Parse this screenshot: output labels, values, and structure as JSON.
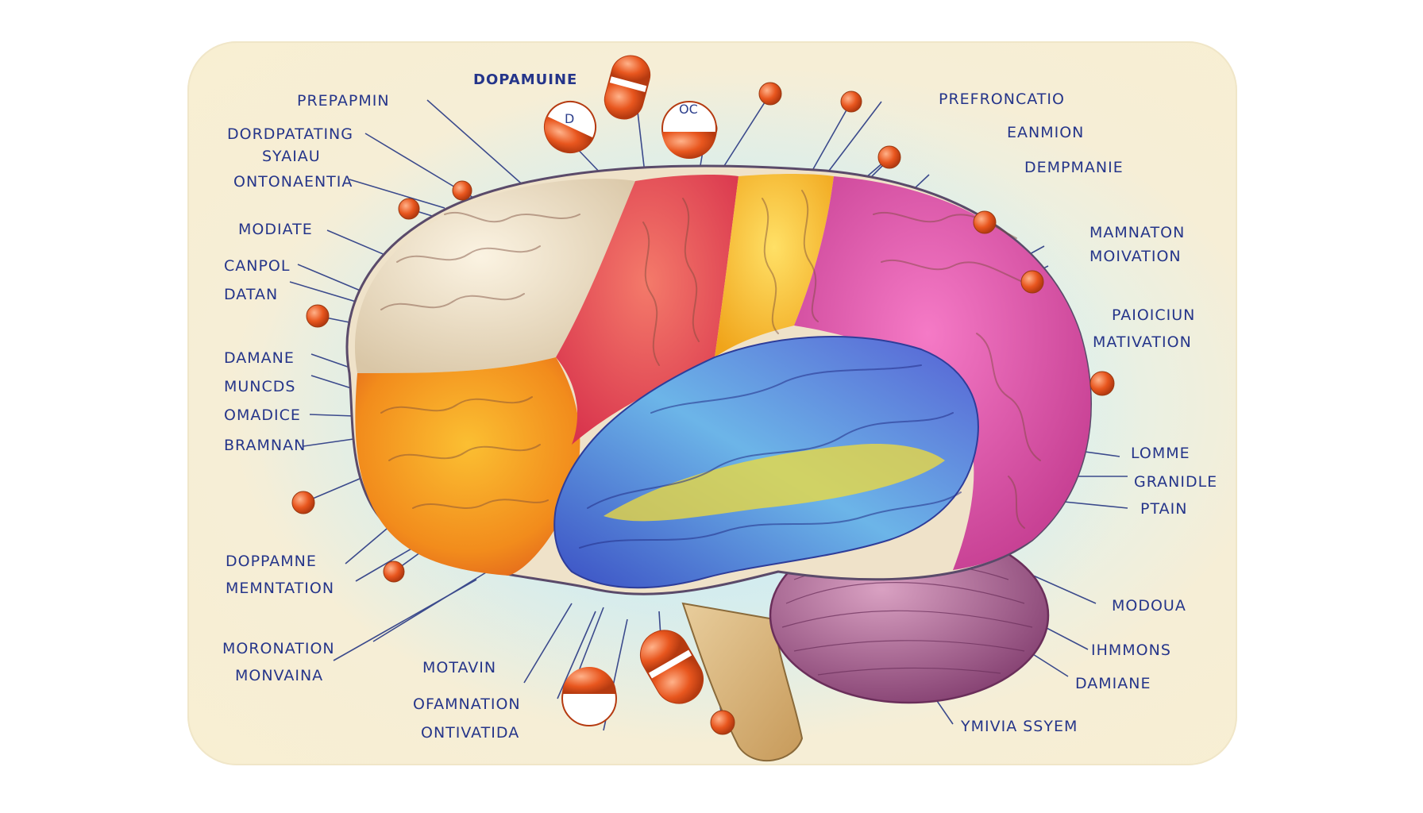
{
  "labels": {
    "top_title": "DOPAMUINE",
    "prepapmin": "PREPAPMIN",
    "dordpatating": "DORDPATATING",
    "syaiau": "SYAIAU",
    "ontonaentia": "ONTONAENTIA",
    "modiate": "MODIATE",
    "canpol": "CANPOL",
    "datan": "DATAN",
    "damane": "DAMANE",
    "muncds": "MUNCDS",
    "omadice": "OMADICE",
    "bramnan": "BRAMNAN",
    "doppamne": "DOPPAMNE",
    "memntation": "MEMNTATION",
    "moronation": "MORONATION",
    "monvaina": "MONVAINA",
    "motavin": "MOTAVIN",
    "ofamnation": "OFAMNATION",
    "ontivatida": "ONTIVATIDA",
    "prefroncatio": "PREFRONCATIO",
    "eanmion": "EANMION",
    "dempmanie": "DEMPMANIE",
    "mamnaton": "MAMNATON",
    "moivation": "MOIVATION",
    "paioiciun": "PAIOICIUN",
    "mativation": "MATIVATION",
    "lomme": "LOMME",
    "granidle": "GRANIDLE",
    "ptain": "PTAIN",
    "modoua": "MODOUA",
    "ihmmons": "IHMMONS",
    "damiane": "DAMIANE",
    "ymivia_ssyem": "YMIVIA SSYEM"
  },
  "molecules": {
    "left_pill": "D",
    "oc_pill": "OC"
  },
  "colors": {
    "label_text": "#25358a",
    "leader_line": "#3b4a8c",
    "molecule_orange": "#e8561e",
    "brain_cream": "#efe2c9",
    "brain_orange": "#f2911e",
    "brain_yellow": "#f6c21c",
    "brain_red": "#ea4a56",
    "brain_magenta": "#e04fa6",
    "brain_blue": "#4a63cc",
    "cerebellum": "#a45c8a",
    "brainstem": "#d9b98a"
  }
}
